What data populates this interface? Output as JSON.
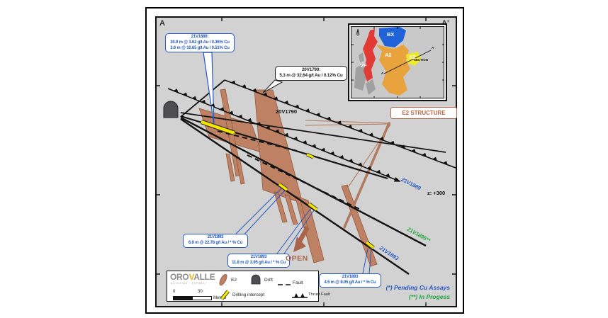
{
  "panel": {
    "corner_left": "A",
    "corner_right": "A'",
    "elevation_label": "z: +300"
  },
  "callouts": {
    "c1889": {
      "title": "21V1889:",
      "line1": "30.9 m @ 3.62 g/t Au / 0.36% Cu",
      "line2": "3.6 m @ 10.65 g/t Au / 0.51% Cu"
    },
    "c1790": {
      "title": "20V1790:",
      "line1": "5.3 m @ 32.64 g/t Au / 0.12% Cu"
    },
    "c1893a": {
      "title": "21V1893",
      "line1": "6.9 m @ 22.78 g/t Au / * % Cu"
    },
    "c1893b": {
      "title": "21V1893",
      "line1": "11.8 m @ 3.95 g/t Au / * % Cu"
    },
    "c1893c": {
      "title": "21V1893",
      "line1": "4.5 m @ 8.05 g/t Au / * % Cu"
    }
  },
  "hole_labels": {
    "v1790": "20V1790",
    "v1889": "21V1889",
    "v1893": "21V1893",
    "v1895": "21V1895**"
  },
  "structure_label": "E2 STRUCTURE",
  "open_label": "OPEN",
  "footnotes": {
    "pending": "(*) Pending Cu Assays",
    "in_progress": "(**) In Progess"
  },
  "inset": {
    "vf": "VF",
    "bx": "BX",
    "a2": "A2",
    "e2": "E2",
    "section": "SECTION",
    "a": "A",
    "a_prime": "A'"
  },
  "legend": {
    "brand": {
      "part1": "ORO",
      "part2": "V",
      "part3": "ALLE",
      "subtitle": "ASTURIAS · ESPAÑA"
    },
    "scale": {
      "start": "0",
      "end": "30",
      "units": "Meters"
    },
    "items": {
      "e2": "E2",
      "drift": "Drift",
      "fault": "Fault",
      "intercept": "Drilling intercept",
      "thrust": "Thrust Fault"
    }
  },
  "colors": {
    "accent_blue": "#2457c5",
    "accent_green": "#21a73c",
    "structure_brown": "#b5654a",
    "band_fill": "#bf8164",
    "intercept_yellow": "#f2e500",
    "inset_red": "#e23b36",
    "inset_blue": "#2062d8",
    "inset_orange": "#e8a33d",
    "inset_yellow": "#f0e82c",
    "panel_gray": "#d2d2d2"
  }
}
